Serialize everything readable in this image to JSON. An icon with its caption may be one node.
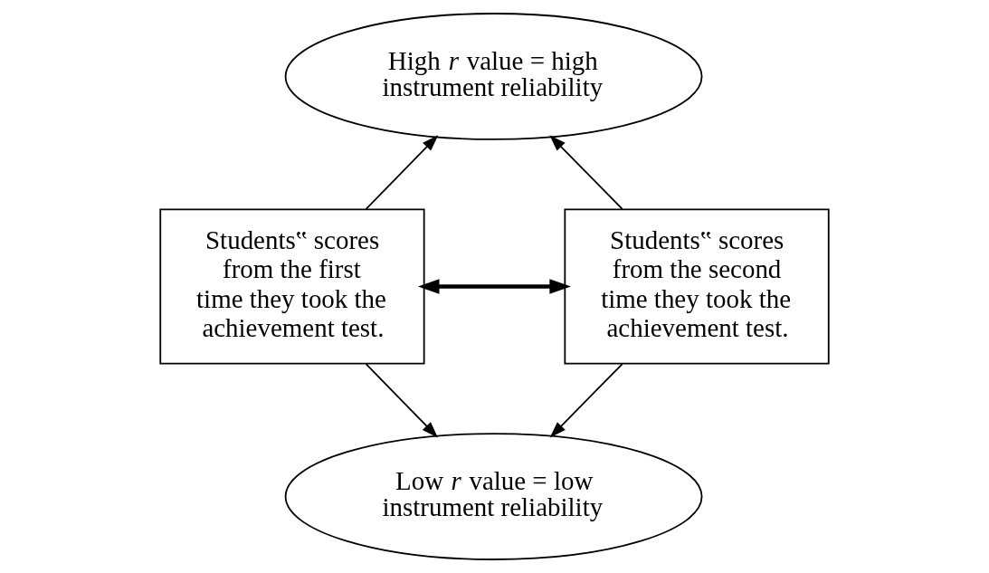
{
  "diagram": {
    "nodes": [
      {
        "text": [
          "High *r* value = high instrument reliability"
        ]
      },
      {
        "text": [
          "Students‟ scores from the first time they took the achievement test."
        ]
      },
      {
        "text": [
          "Students‟ scores from the second time they took the achievement test."
        ]
      },
      {
        "text": [
          "Low *r* value = low instrument reliability"
        ]
      }
    ],
    "edges": [
      {
        "from": 1,
        "to": 0,
        "arrow": "to"
      },
      {
        "from": 2,
        "to": 0,
        "arrow": "to"
      },
      {
        "from": 1,
        "to": 2,
        "arrow": "both",
        "style": "thick"
      },
      {
        "from": 1,
        "to": 3,
        "arrow": "to"
      },
      {
        "from": 2,
        "to": 3,
        "arrow": "to"
      }
    ]
  }
}
